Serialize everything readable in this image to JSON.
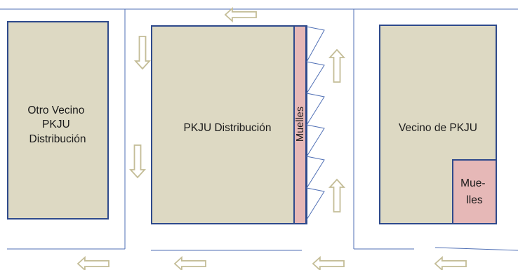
{
  "colors": {
    "building_fill": "#ddd9c3",
    "building_stroke": "#2e4a8c",
    "dock_fill": "#e6b8b7",
    "road_line": "#4f6fb5",
    "arrow_fill": "#ffffff",
    "arrow_stroke": "#c4bd97"
  },
  "buildings": {
    "left": {
      "lines": [
        "Otro Vecino",
        "PKJU",
        "Distribución"
      ]
    },
    "center": {
      "lines": [
        "PKJU Distribución"
      ]
    },
    "right": {
      "lines": [
        "Vecino de PKJU"
      ]
    }
  },
  "docks": {
    "center": {
      "label": "Muelles"
    },
    "right": {
      "lines": [
        "Mue-",
        "lles"
      ]
    }
  },
  "arrows": [
    {
      "id": "top-left",
      "direction": "left"
    },
    {
      "id": "left-road-upper",
      "direction": "down"
    },
    {
      "id": "left-road-lower",
      "direction": "down"
    },
    {
      "id": "right-road-upper",
      "direction": "up"
    },
    {
      "id": "right-road-lower",
      "direction": "up"
    },
    {
      "id": "bottom-1",
      "direction": "left"
    },
    {
      "id": "bottom-2",
      "direction": "left"
    },
    {
      "id": "bottom-3",
      "direction": "left"
    },
    {
      "id": "bottom-4",
      "direction": "left"
    }
  ]
}
